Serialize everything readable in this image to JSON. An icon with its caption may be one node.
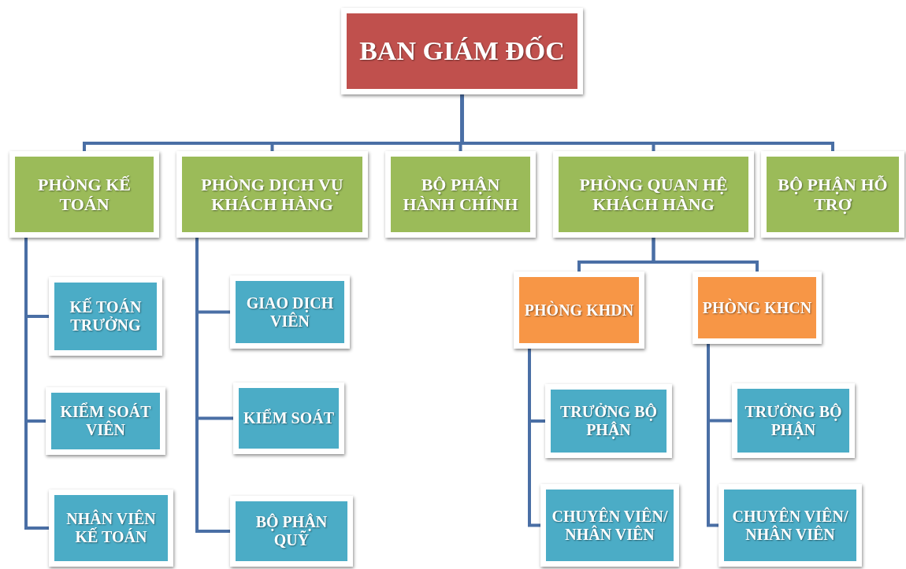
{
  "diagram": {
    "nodes": [
      {
        "text": [
          "BAN GIÁM ĐỐC"
        ]
      },
      {
        "text": [
          "PHÒNG KẾ TOÁN"
        ]
      },
      {
        "text": [
          "PHÒNG DỊCH VỤ KHÁCH HÀNG"
        ]
      },
      {
        "text": [
          "BỘ PHẬN HÀNH CHÍNH"
        ]
      },
      {
        "text": [
          "PHÒNG QUAN HỆ KHÁCH HÀNG"
        ]
      },
      {
        "text": [
          "BỘ PHẬN HỖ TRỢ"
        ]
      },
      {
        "text": [
          "KẾ TOÁN TRƯỞNG"
        ]
      },
      {
        "text": [
          "KIỂM SOÁT VIÊN"
        ]
      },
      {
        "text": [
          "NHÂN VIÊN KẾ TOÁN"
        ]
      },
      {
        "text": [
          "GIAO DỊCH VIÊN"
        ]
      },
      {
        "text": [
          "KIỂM SOÁT"
        ]
      },
      {
        "text": [
          "BỘ PHẬN QUỸ"
        ]
      },
      {
        "text": [
          "PHÒNG KHDN"
        ]
      },
      {
        "text": [
          "PHÒNG KHCN"
        ]
      },
      {
        "text": [
          "TRƯỞNG BỘ PHẬN"
        ]
      },
      {
        "text": [
          "CHUYÊN VIÊN/ NHÂN VIÊN"
        ]
      },
      {
        "text": [
          "TRƯỞNG BỘ PHẬN"
        ]
      },
      {
        "text": [
          "CHUYÊN VIÊN/ NHÂN VIÊN"
        ]
      }
    ],
    "edges": [
      {
        "from": 0,
        "to": 1,
        "arrow": "none"
      },
      {
        "from": 0,
        "to": 2,
        "arrow": "none"
      },
      {
        "from": 0,
        "to": 3,
        "arrow": "none"
      },
      {
        "from": 0,
        "to": 4,
        "arrow": "none"
      },
      {
        "from": 0,
        "to": 5,
        "arrow": "none"
      },
      {
        "from": 1,
        "to": 6,
        "arrow": "none"
      },
      {
        "from": 1,
        "to": 7,
        "arrow": "none"
      },
      {
        "from": 1,
        "to": 8,
        "arrow": "none"
      },
      {
        "from": 2,
        "to": 9,
        "arrow": "none"
      },
      {
        "from": 2,
        "to": 10,
        "arrow": "none"
      },
      {
        "from": 2,
        "to": 11,
        "arrow": "none"
      },
      {
        "from": 4,
        "to": 12,
        "arrow": "none"
      },
      {
        "from": 4,
        "to": 13,
        "arrow": "none"
      },
      {
        "from": 12,
        "to": 14,
        "arrow": "none"
      },
      {
        "from": 12,
        "to": 15,
        "arrow": "none"
      },
      {
        "from": 13,
        "to": 16,
        "arrow": "none"
      },
      {
        "from": 13,
        "to": 17,
        "arrow": "none"
      }
    ]
  }
}
